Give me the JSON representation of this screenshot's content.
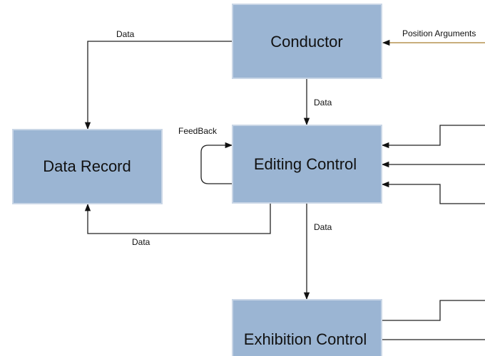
{
  "nodes": {
    "conductor": "Conductor",
    "data_record": "Data Record",
    "editing_control": "Editing Control",
    "exhibition_control": "Exhibition Control"
  },
  "edge_labels": {
    "conductor_to_record": "Data",
    "conductor_to_editing": "Data",
    "feedback": "FeedBack",
    "editing_to_record": "Data",
    "editing_to_exhibition": "Data",
    "position_arguments": "Position Arguments"
  }
}
